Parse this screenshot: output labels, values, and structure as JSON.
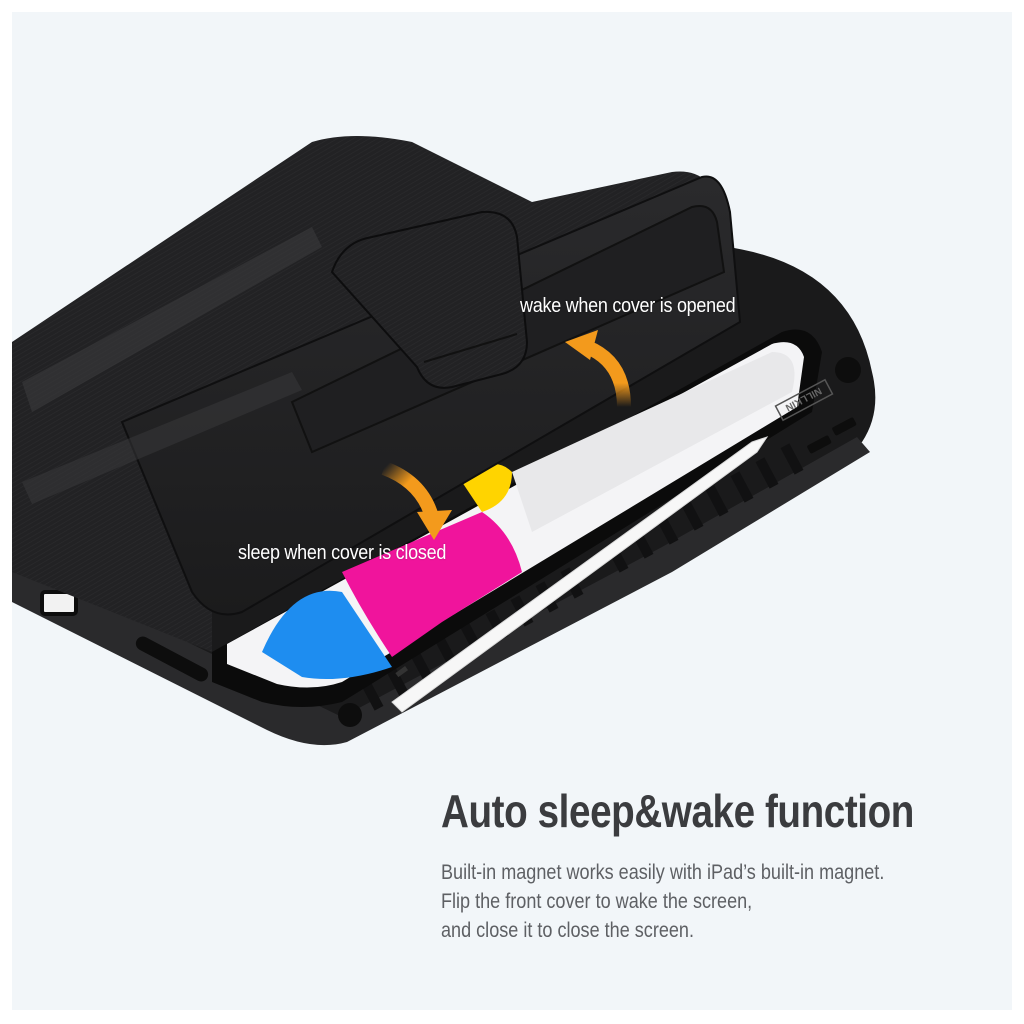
{
  "callouts": {
    "wake": "wake when cover is opened",
    "sleep": "sleep when cover is closed"
  },
  "feature": {
    "title": "Auto sleep&wake function",
    "description_lines": [
      "Built-in magnet works easily with iPad’s built-in magnet.",
      "Flip the front cover to wake the screen,",
      "and close it to close the screen."
    ]
  },
  "product": {
    "brand_logo": "NILLKIN",
    "icons": [
      "arrow-up-curved-icon",
      "arrow-down-curved-icon"
    ]
  },
  "colors": {
    "background": "#f2f6f9",
    "border": "#ffffff",
    "case_body": "#1f1f20",
    "case_light": "#2c2c2e",
    "arrow": "#f39a1c",
    "headline": "#3b3c3f",
    "body_text": "#5e6064",
    "screen_magenta": "#f0149c",
    "screen_blue": "#1e8df0",
    "screen_yellow": "#ffd400"
  }
}
